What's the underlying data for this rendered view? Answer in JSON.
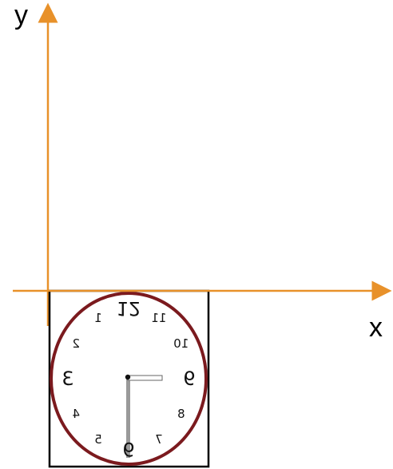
{
  "axes": {
    "x_label": "x",
    "y_label": "y",
    "axis_color": "#e8912a"
  },
  "clock": {
    "frame_color": "#000000",
    "rim_color": "#7b1a1e",
    "hand_color": "#9a9a9a",
    "rendering": "mirrored left-to-right",
    "numerals": [
      {
        "label": "12",
        "hour": 12
      },
      {
        "label": "1",
        "hour": 1
      },
      {
        "label": "2",
        "hour": 2
      },
      {
        "label": "3",
        "hour": 3
      },
      {
        "label": "4",
        "hour": 4
      },
      {
        "label": "5",
        "hour": 5
      },
      {
        "label": "6",
        "hour": 6
      },
      {
        "label": "7",
        "hour": 7
      },
      {
        "label": "8",
        "hour": 8
      },
      {
        "label": "9",
        "hour": 9
      },
      {
        "label": "10",
        "hour": 10
      },
      {
        "label": "11",
        "hour": 11
      }
    ]
  }
}
